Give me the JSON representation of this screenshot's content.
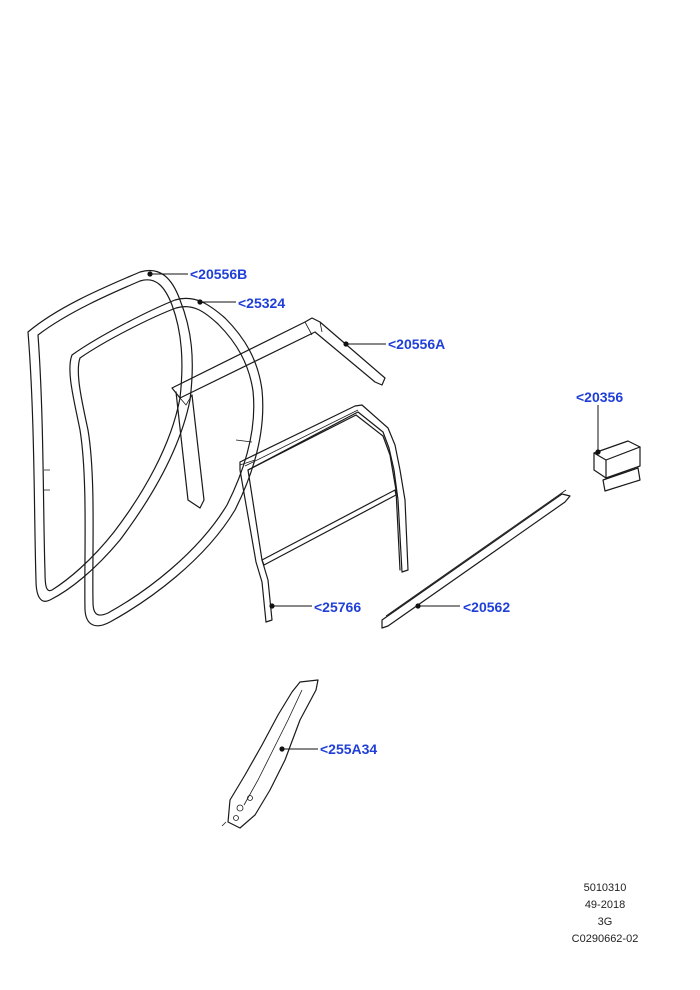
{
  "callouts": [
    {
      "id": "20556B",
      "label": "<20556B"
    },
    {
      "id": "25324",
      "label": "<25324"
    },
    {
      "id": "20556A",
      "label": "<20556A"
    },
    {
      "id": "20356",
      "label": "<20356"
    },
    {
      "id": "25766",
      "label": "<25766"
    },
    {
      "id": "20562",
      "label": "<20562"
    },
    {
      "id": "255A34",
      "label": "<255A34"
    }
  ],
  "stamp": {
    "line1": "5010310",
    "line2": "49-2018",
    "line3": "3G",
    "line4": "C0290662-02"
  },
  "colors": {
    "callout": "#1f3fd8",
    "line": "#1a1a1a"
  }
}
